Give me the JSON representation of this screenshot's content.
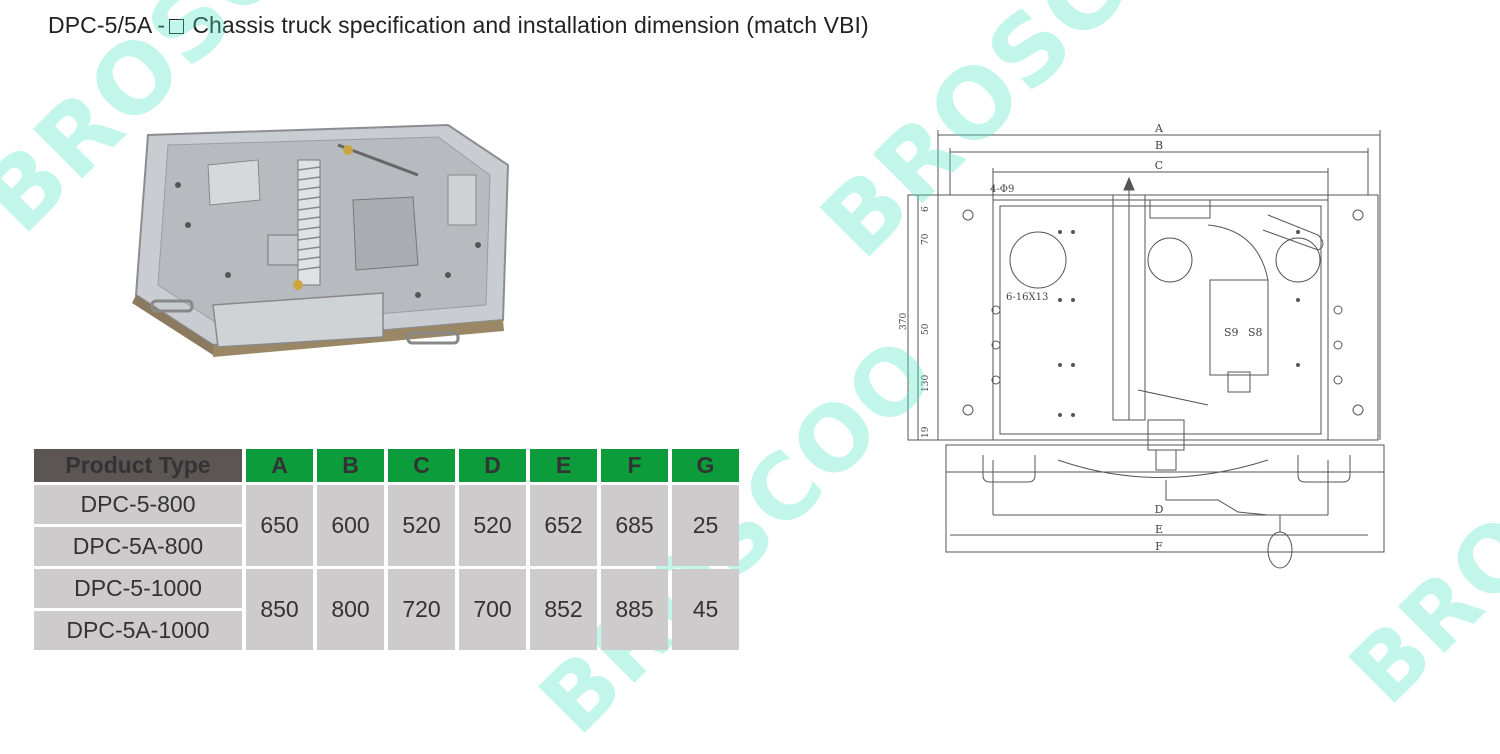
{
  "title": {
    "prefix": "DPC-5/5A -",
    "text": "Chassis truck specification and installation dimension (match VBI)"
  },
  "watermark": "BROSCOO",
  "colors": {
    "header_dark": "#5b5554",
    "header_green": "#0c9c3b",
    "cell_gray": "#cdcbcb",
    "watermark": "#45e6c0"
  },
  "drawing": {
    "dim_labels": [
      "A",
      "B",
      "C",
      "D",
      "E",
      "F"
    ],
    "side_dims": [
      "6",
      "70",
      "370",
      "50",
      "130",
      "19"
    ],
    "hole_labels": [
      "4-Φ9",
      "6-16X13"
    ],
    "module_labels": [
      "S9",
      "S8"
    ]
  },
  "table": {
    "header_first": "Product Type",
    "columns": [
      "A",
      "B",
      "C",
      "D",
      "E",
      "F",
      "G"
    ],
    "groups": [
      {
        "types": [
          "DPC-5-800",
          "DPC-5A-800"
        ],
        "values": [
          "650",
          "600",
          "520",
          "520",
          "652",
          "685",
          "25"
        ]
      },
      {
        "types": [
          "DPC-5-1000",
          "DPC-5A-1000"
        ],
        "values": [
          "850",
          "800",
          "720",
          "700",
          "852",
          "885",
          "45"
        ]
      }
    ]
  }
}
